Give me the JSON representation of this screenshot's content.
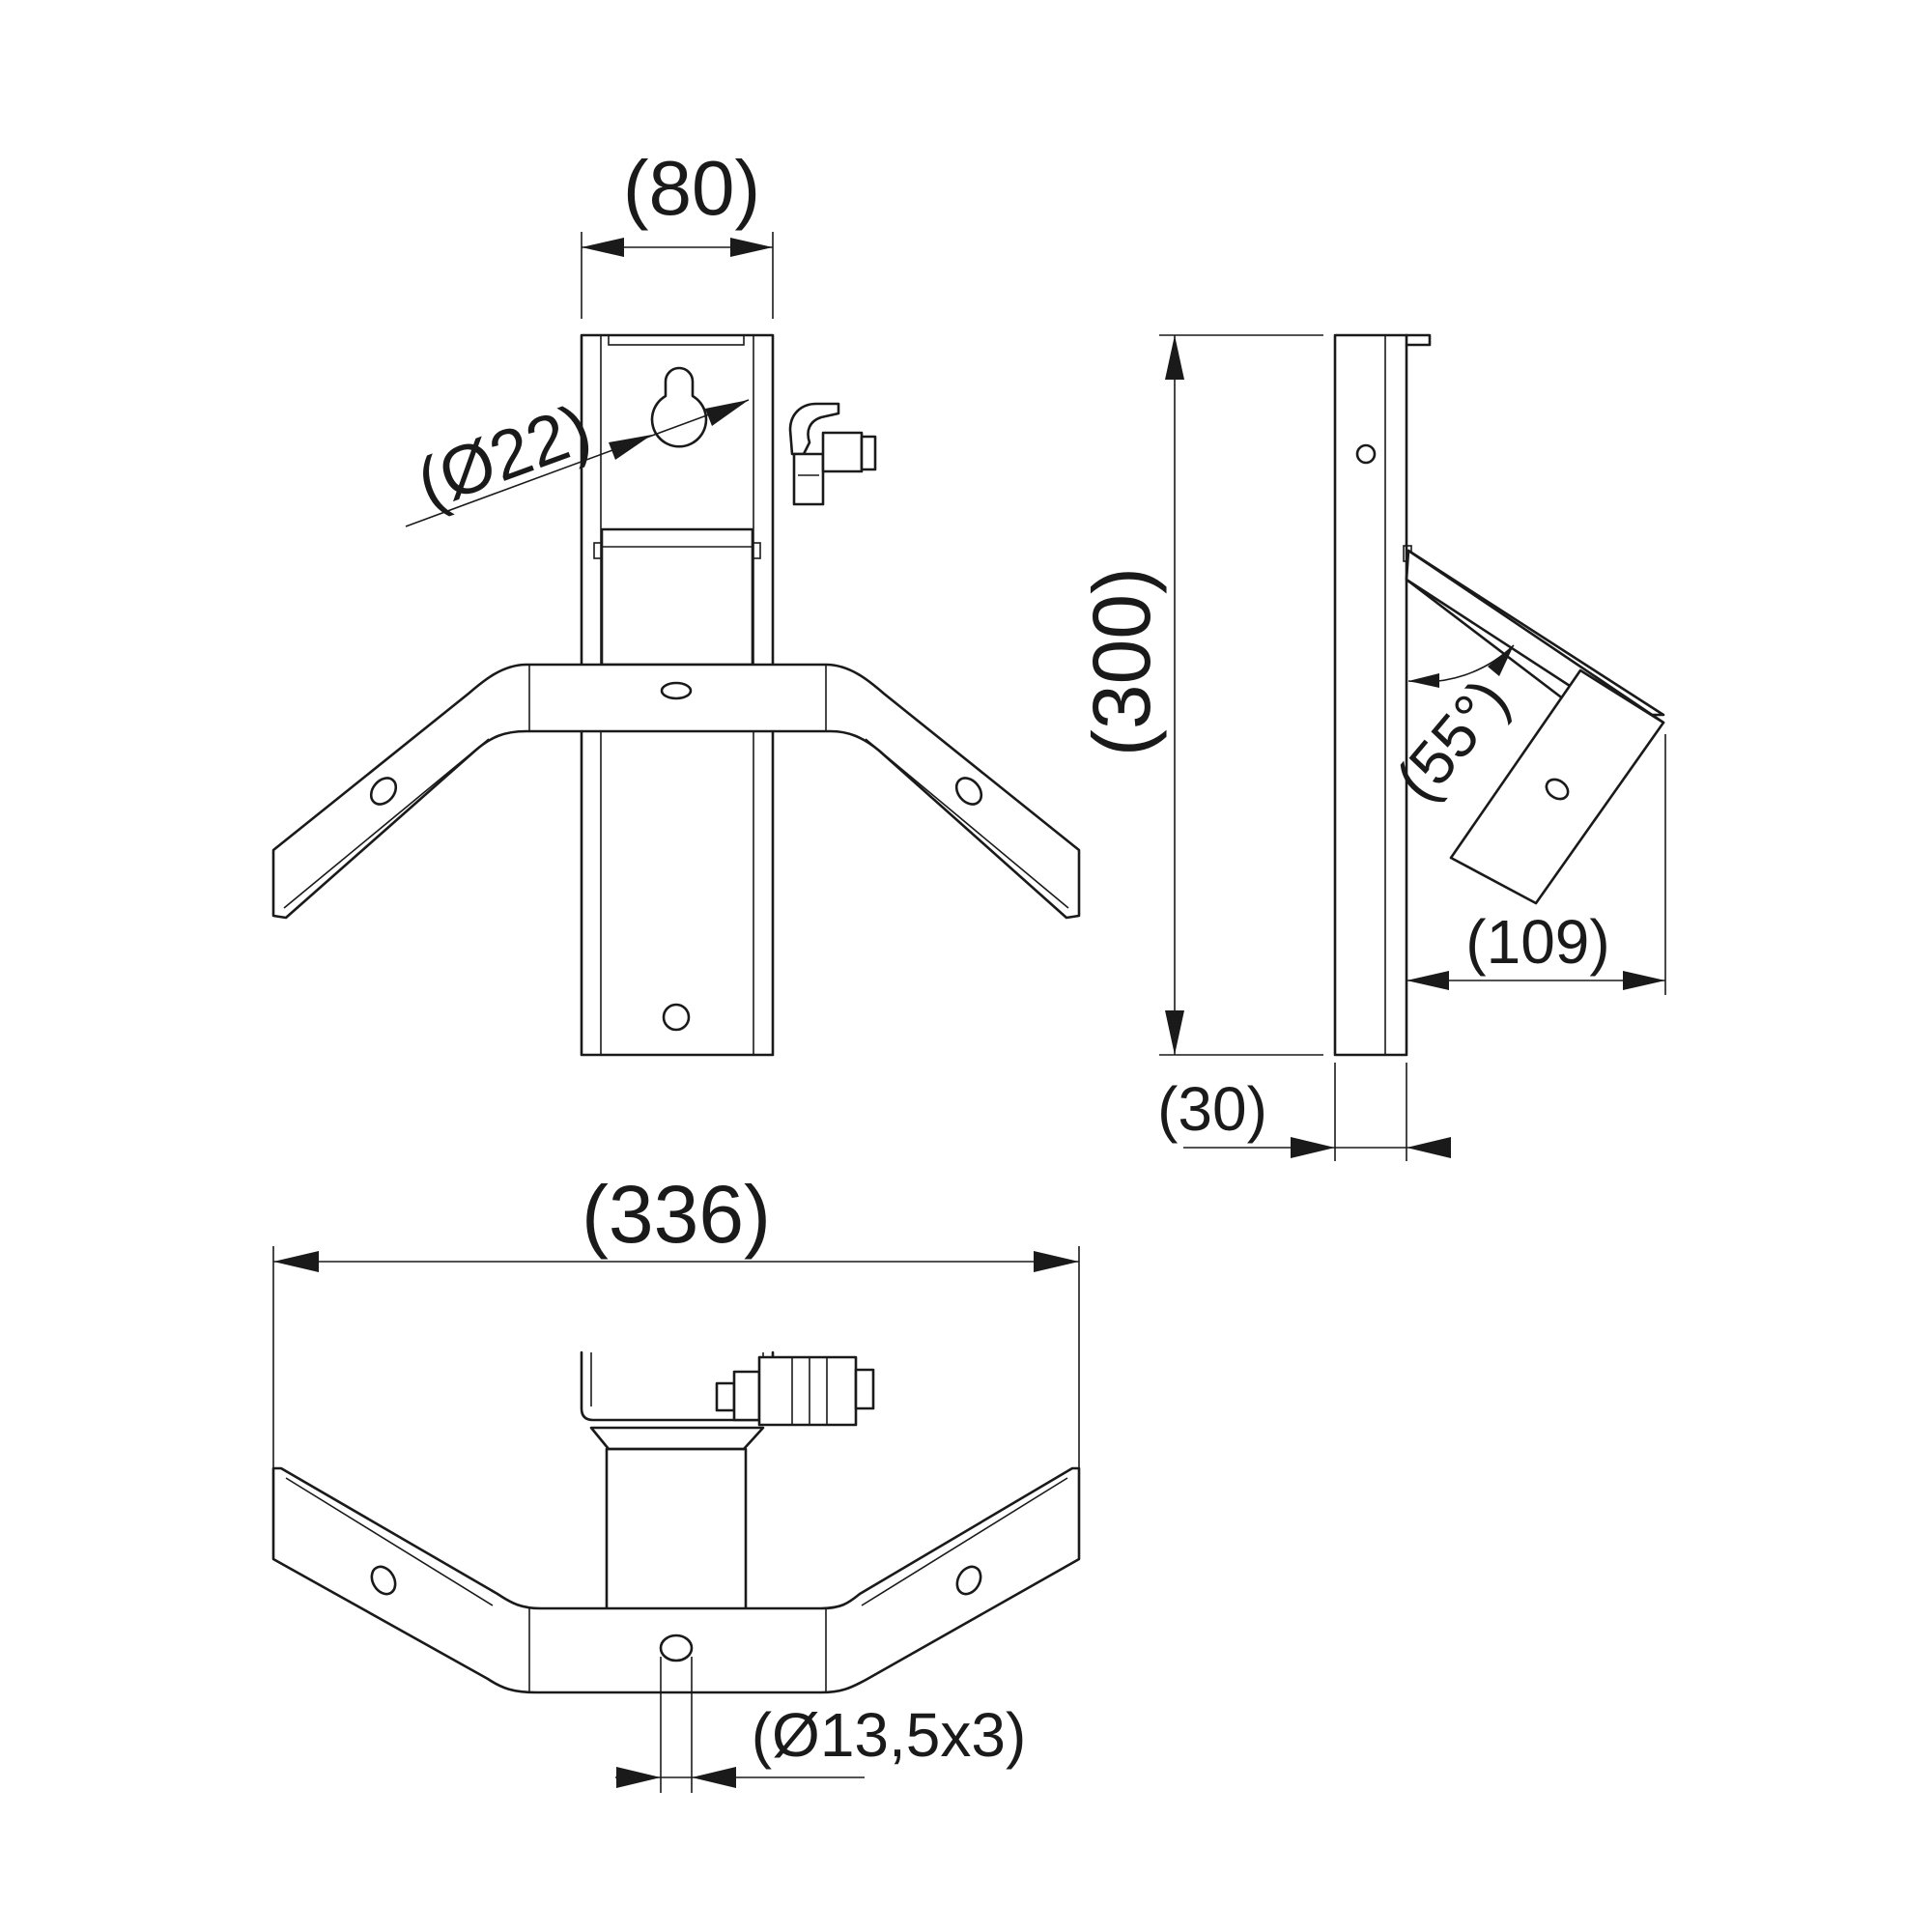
{
  "drawing": {
    "dimensions": {
      "width_top": "(80)",
      "hole_diameter": "(Ø22)",
      "height": "(300)",
      "angle": "(55°)",
      "projection": "(109)",
      "thickness": "(30)",
      "overall_width": "(336)",
      "mount_holes": "(Ø13,5x3)"
    }
  }
}
